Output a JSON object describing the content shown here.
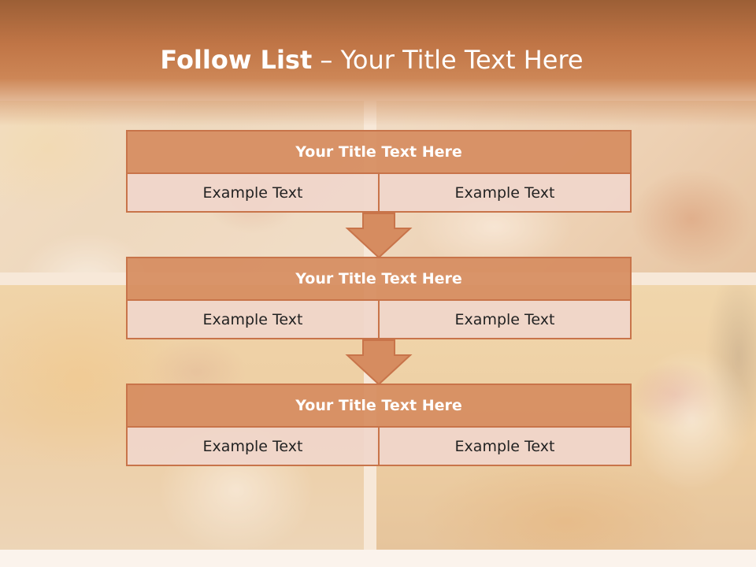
{
  "title": {
    "bold": "Follow List",
    "dash": " – ",
    "rest": "Your Title Text Here"
  },
  "blocks": [
    {
      "heading": "Your Title Text Here",
      "cells": [
        "Example Text",
        "Example Text"
      ]
    },
    {
      "heading": "Your Title Text Here",
      "cells": [
        "Example Text",
        "Example Text"
      ]
    },
    {
      "heading": "Your Title Text Here",
      "cells": [
        "Example Text",
        "Example Text"
      ]
    }
  ],
  "colors": {
    "header": "#c07546",
    "block_fill": "#d68c60",
    "block_border": "#c8744a",
    "cell_fill": "#f0d6cb",
    "arrow_fill": "#d68c60"
  },
  "icons": [
    "down-arrow-icon",
    "down-arrow-icon"
  ]
}
